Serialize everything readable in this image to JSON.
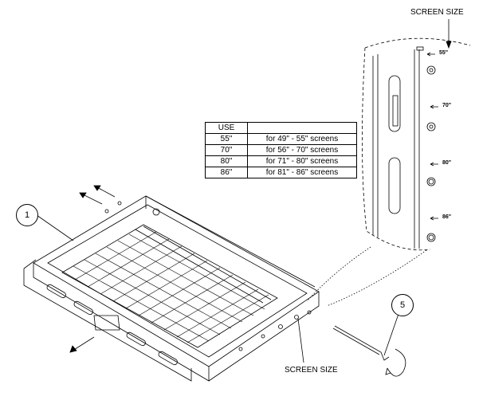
{
  "labels": {
    "screen_size_top": "SCREEN SIZE",
    "screen_size_bottom": "SCREEN SIZE",
    "callout_1": "1",
    "callout_5": "5"
  },
  "table": {
    "header": [
      "USE",
      ""
    ],
    "rows": [
      [
        "55\"",
        "for 49\" - 55\" screens"
      ],
      [
        "70\"",
        "for 56\" - 70\" screens"
      ],
      [
        "80\"",
        "for 71\" - 80\" screens"
      ],
      [
        "86\"",
        "for 81\" - 86\" screens"
      ]
    ]
  },
  "detail_marks": [
    "55\"",
    "70\"",
    "80\"",
    "86\""
  ]
}
